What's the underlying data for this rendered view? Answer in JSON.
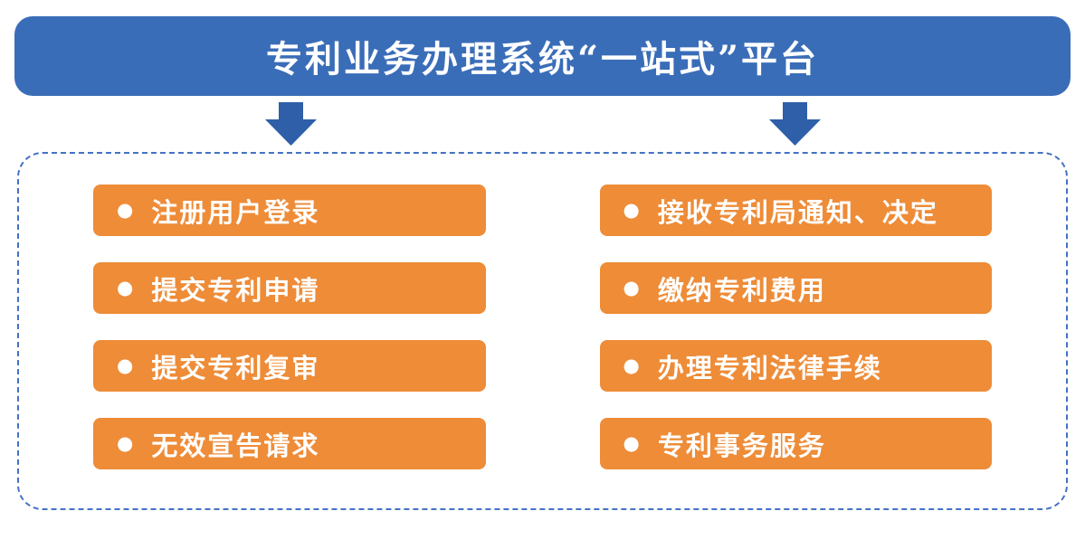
{
  "banner": {
    "title": "专利业务办理系统“一站式”平台"
  },
  "bullet": "●",
  "panel": {
    "left_items": [
      "注册用户登录",
      "提交专利申请",
      "提交专利复审",
      "无效宣告请求"
    ],
    "right_items": [
      "接收专利局通知、决定",
      "缴纳专利费用",
      "办理专利法律手续",
      "专利事务服务"
    ]
  },
  "colors": {
    "banner_blue": "#3a6db8",
    "arrow_blue": "#2e5fa8",
    "item_orange": "#ee8c38",
    "border_blue": "#4472c4",
    "text_white": "#ffffff"
  }
}
